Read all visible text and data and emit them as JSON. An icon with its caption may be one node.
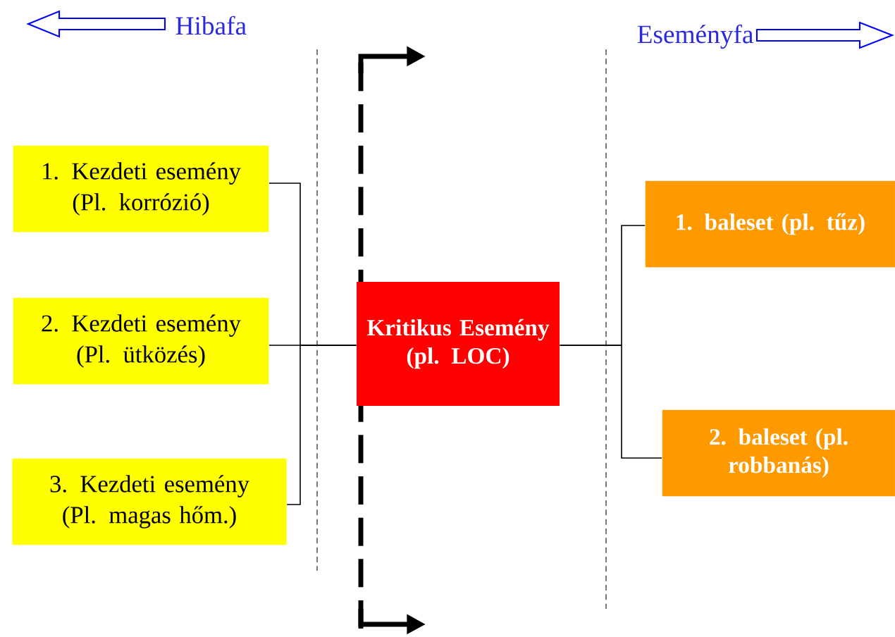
{
  "diagram": {
    "nodes": [
      {
        "text": [
          "1. Kezdeti esemény (Pl. korrózió)"
        ]
      },
      {
        "text": [
          "2. Kezdeti esemény (Pl. ütközés)"
        ]
      },
      {
        "text": [
          "3. Kezdeti esemény (Pl. magas hőm.)"
        ]
      },
      {
        "text": [
          "Kritikus Esemény (pl. LOC)"
        ]
      },
      {
        "text": [
          "1. baleset (pl. tűz)"
        ]
      },
      {
        "text": [
          "2. baleset (pl. robbanás)"
        ]
      }
    ],
    "edges": [
      {
        "from": 0,
        "to": 3,
        "arrow": "none"
      },
      {
        "from": 1,
        "to": 3,
        "arrow": "none"
      },
      {
        "from": 2,
        "to": 3,
        "arrow": "none"
      },
      {
        "from": 3,
        "to": 4,
        "arrow": "none"
      },
      {
        "from": 3,
        "to": 5,
        "arrow": "none"
      }
    ],
    "labels": [
      "Hibafa",
      "Eseményfa"
    ]
  }
}
